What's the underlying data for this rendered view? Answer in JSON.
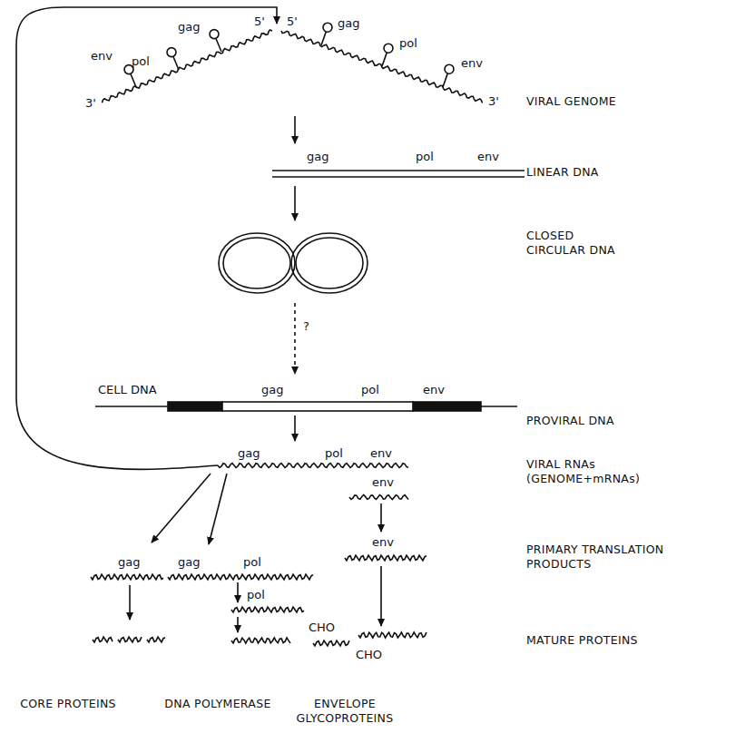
{
  "diagram": {
    "labels": [
      "env",
      "pol",
      "gag",
      "5'",
      "5'",
      "gag",
      "pol",
      "env",
      "3'",
      "3'",
      "VIRAL GENOME",
      "gag",
      "pol",
      "env",
      "LINEAR DNA",
      "CLOSED CIRCULAR DNA",
      "?",
      "CELL DNA",
      "gag",
      "pol",
      "env",
      "PROVIRAL DNA",
      "gag",
      "pol",
      "env",
      "env",
      "VIRAL RNAs (GENOME+mRNAs)",
      "gag",
      "gag",
      "pol",
      "env",
      "PRIMARY TRANSLATION PRODUCTS",
      "pol",
      "CHO",
      "CHO",
      "MATURE PROTEINS",
      "CORE PROTEINS",
      "DNA POLYMERASE",
      "ENVELOPE GLYCOPROTEINS"
    ]
  }
}
